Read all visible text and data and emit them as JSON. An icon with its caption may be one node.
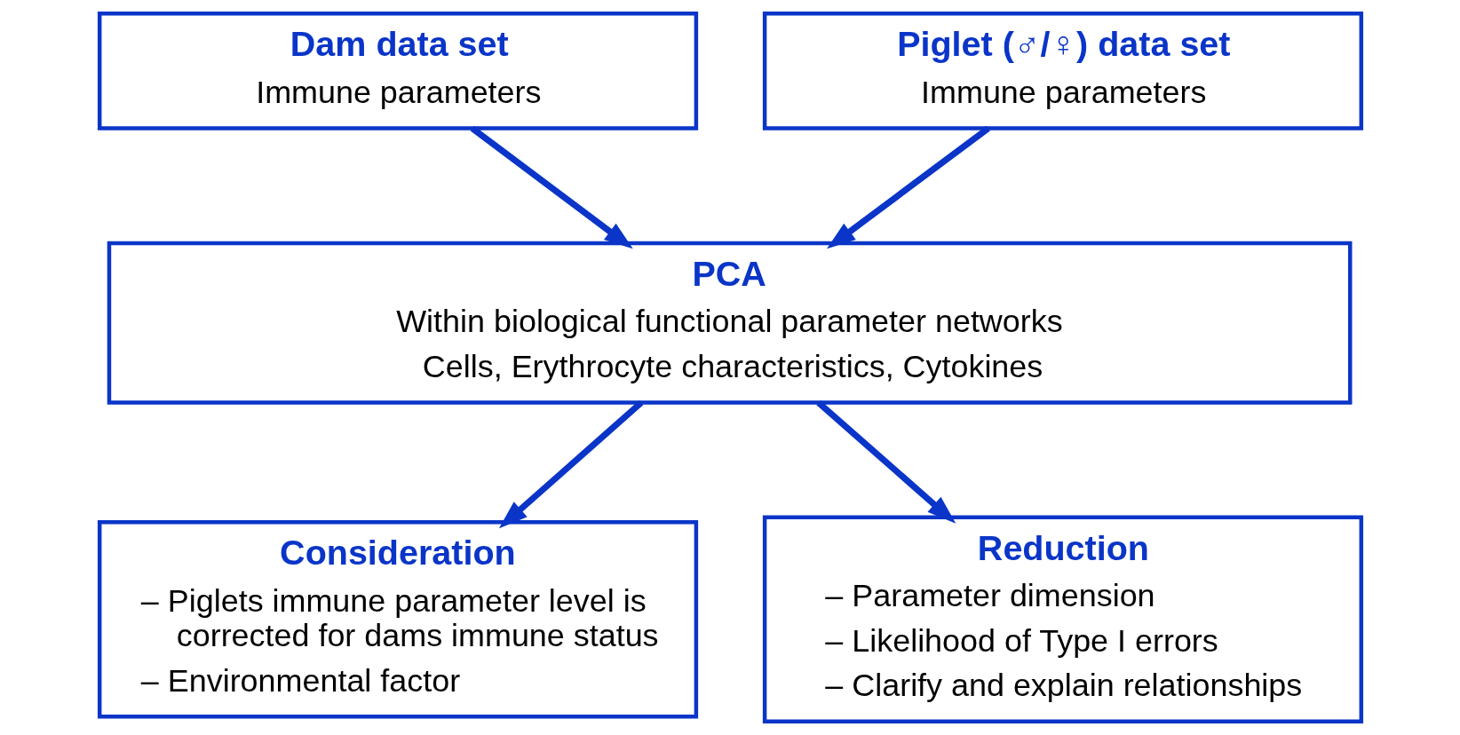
{
  "diagram": {
    "nodes": [
      {
        "text": [
          "Dam data set",
          "Immune parameters"
        ]
      },
      {
        "text": [
          "Piglet (♂/♀) data set",
          "Immune parameters"
        ]
      },
      {
        "text": [
          "PCA",
          "Within biological functional parameter networks",
          "Cells, Erythrocyte characteristics, Cytokines"
        ]
      },
      {
        "text": [
          "Consideration",
          "– Piglets immune parameter level is corrected for dams immune status",
          "– Environmental factor"
        ]
      },
      {
        "text": [
          "Reduction",
          "– Parameter dimension",
          "– Likelihood of Type I errors",
          "– Clarify and explain relationships"
        ]
      }
    ],
    "edges": [
      {
        "from": 0,
        "to": 2,
        "arrow": "to"
      },
      {
        "from": 1,
        "to": 2,
        "arrow": "to"
      },
      {
        "from": 2,
        "to": 3,
        "arrow": "to"
      },
      {
        "from": 2,
        "to": 4,
        "arrow": "to"
      }
    ]
  }
}
